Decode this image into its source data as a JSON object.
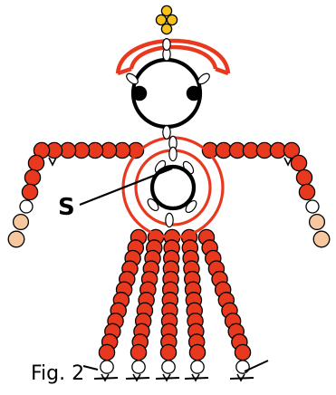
{
  "labels": {
    "center_label": "S",
    "caption": "Fig. 2"
  },
  "colors": {
    "bead_red": "#e8391f",
    "bead_white": "#ffffff",
    "bead_yellow": "#f6c21a",
    "bead_peach": "#f7c8a0",
    "outline": "#000000",
    "ring_red": "#e8391f"
  },
  "parts": {
    "crown": "yellow-beads",
    "headdress": "red-arch",
    "head": "circle-with-eyes",
    "torso": "concentric-rings",
    "arms": "bead-chains",
    "skirt": "bead-strands"
  }
}
